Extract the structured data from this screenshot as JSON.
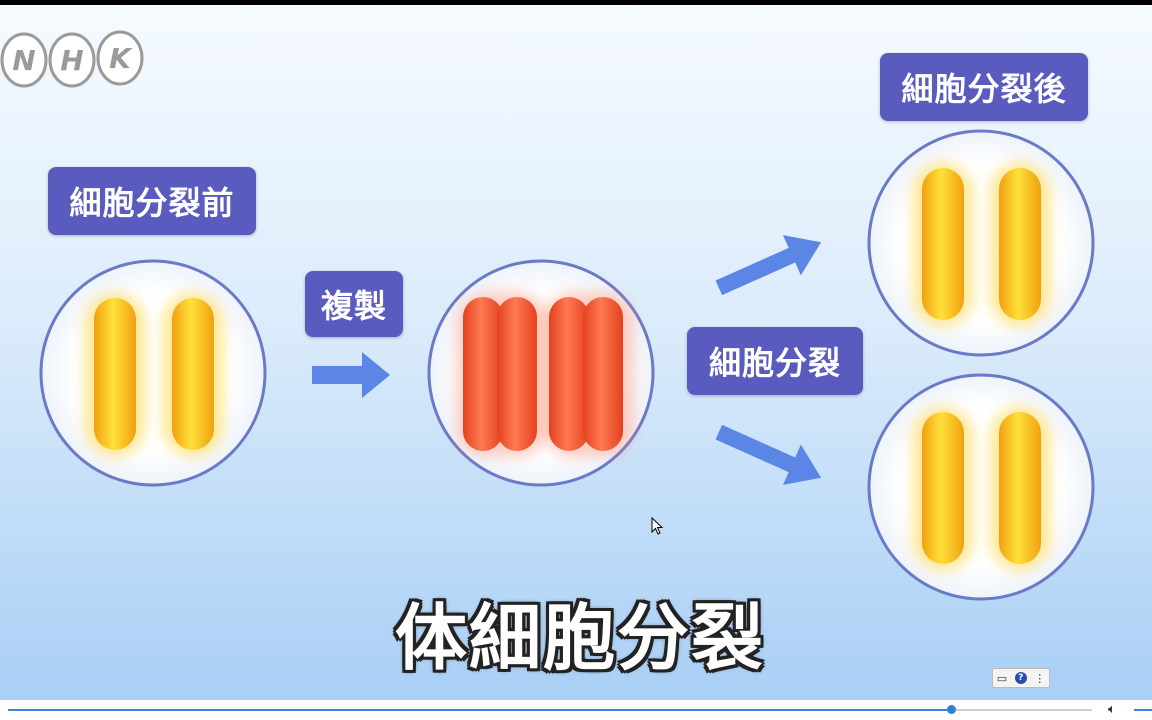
{
  "logo": {
    "text": "NHK"
  },
  "labels": {
    "before": "細胞分裂前",
    "copy": "複製",
    "division": "細胞分裂",
    "after": "細胞分裂後"
  },
  "caption": "体細胞分裂",
  "colors": {
    "bg_top": "#f6fbff",
    "bg_bottom": "#aed2f6",
    "label_bg": "#5a5bbf",
    "cell_border": "#6a79c8",
    "chromosome_yellow": "#f7c21a",
    "chromosome_red": "#f05a33",
    "arrow": "#5b86e6"
  },
  "player": {
    "progress_fraction": 0.87,
    "volume_icon": "speaker-icon"
  }
}
